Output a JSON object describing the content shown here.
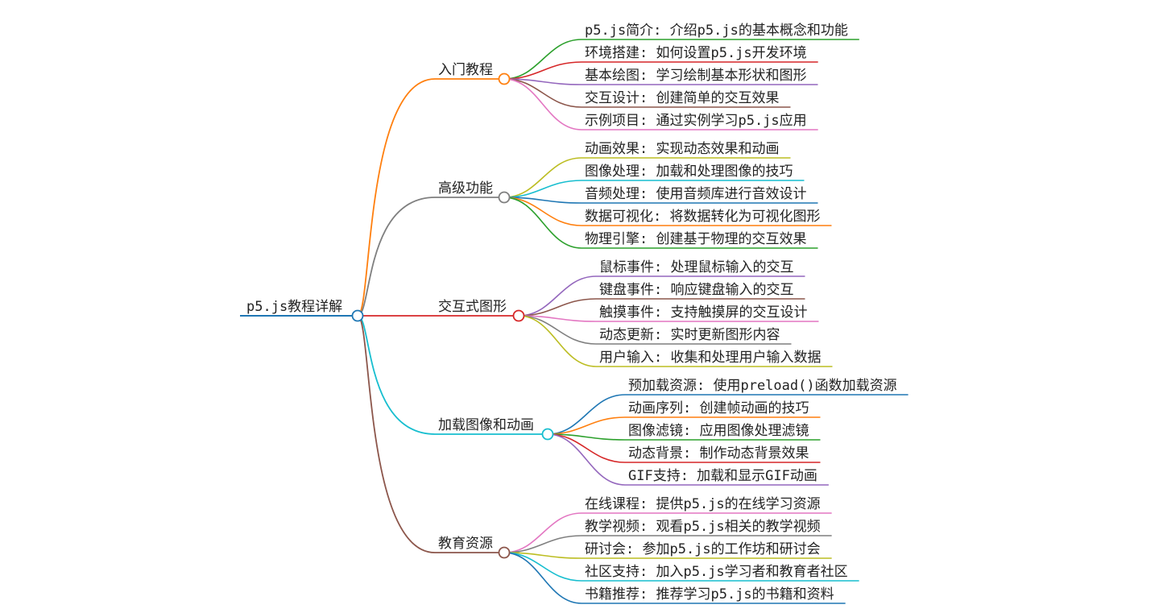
{
  "root": {
    "label": "p5.js教程详解",
    "color": "#1f77b4"
  },
  "branches": [
    {
      "label": "入门教程",
      "color": "#ff7f0e",
      "children": [
        {
          "label": "p5.js简介: 介绍p5.js的基本概念和功能",
          "color": "#2ca02c"
        },
        {
          "label": "环境搭建: 如何设置p5.js开发环境",
          "color": "#d62728"
        },
        {
          "label": "基本绘图: 学习绘制基本形状和图形",
          "color": "#9467bd"
        },
        {
          "label": "交互设计: 创建简单的交互效果",
          "color": "#8c564b"
        },
        {
          "label": "示例项目: 通过实例学习p5.js应用",
          "color": "#e377c2"
        }
      ]
    },
    {
      "label": "高级功能",
      "color": "#7f7f7f",
      "children": [
        {
          "label": "动画效果: 实现动态效果和动画",
          "color": "#bcbd22"
        },
        {
          "label": "图像处理: 加载和处理图像的技巧",
          "color": "#17becf"
        },
        {
          "label": "音频处理: 使用音频库进行音效设计",
          "color": "#1f77b4"
        },
        {
          "label": "数据可视化: 将数据转化为可视化图形",
          "color": "#ff7f0e"
        },
        {
          "label": "物理引擎: 创建基于物理的交互效果",
          "color": "#2ca02c"
        }
      ]
    },
    {
      "label": "交互式图形",
      "color": "#d62728",
      "children": [
        {
          "label": "鼠标事件: 处理鼠标输入的交互",
          "color": "#9467bd"
        },
        {
          "label": "键盘事件: 响应键盘输入的交互",
          "color": "#8c564b"
        },
        {
          "label": "触摸事件: 支持触摸屏的交互设计",
          "color": "#e377c2"
        },
        {
          "label": "动态更新: 实时更新图形内容",
          "color": "#7f7f7f"
        },
        {
          "label": "用户输入: 收集和处理用户输入数据",
          "color": "#bcbd22"
        }
      ]
    },
    {
      "label": "加载图像和动画",
      "color": "#17becf",
      "children": [
        {
          "label": "预加载资源: 使用preload()函数加载资源",
          "color": "#1f77b4"
        },
        {
          "label": "动画序列: 创建帧动画的技巧",
          "color": "#ff7f0e"
        },
        {
          "label": "图像滤镜: 应用图像处理滤镜",
          "color": "#2ca02c"
        },
        {
          "label": "动态背景: 制作动态背景效果",
          "color": "#d62728"
        },
        {
          "label": "GIF支持: 加载和显示GIF动画",
          "color": "#9467bd"
        }
      ]
    },
    {
      "label": "教育资源",
      "color": "#8c564b",
      "children": [
        {
          "label": "在线课程: 提供p5.js的在线学习资源",
          "color": "#e377c2"
        },
        {
          "label": "教学视频: 观看p5.js相关的教学视频",
          "color": "#7f7f7f"
        },
        {
          "label": "研讨会: 参加p5.js的工作坊和研讨会",
          "color": "#bcbd22"
        },
        {
          "label": "社区支持: 加入p5.js学习者和教育者社区",
          "color": "#17becf"
        },
        {
          "label": "书籍推荐: 推荐学习p5.js的书籍和资料",
          "color": "#1f77b4"
        }
      ]
    }
  ]
}
